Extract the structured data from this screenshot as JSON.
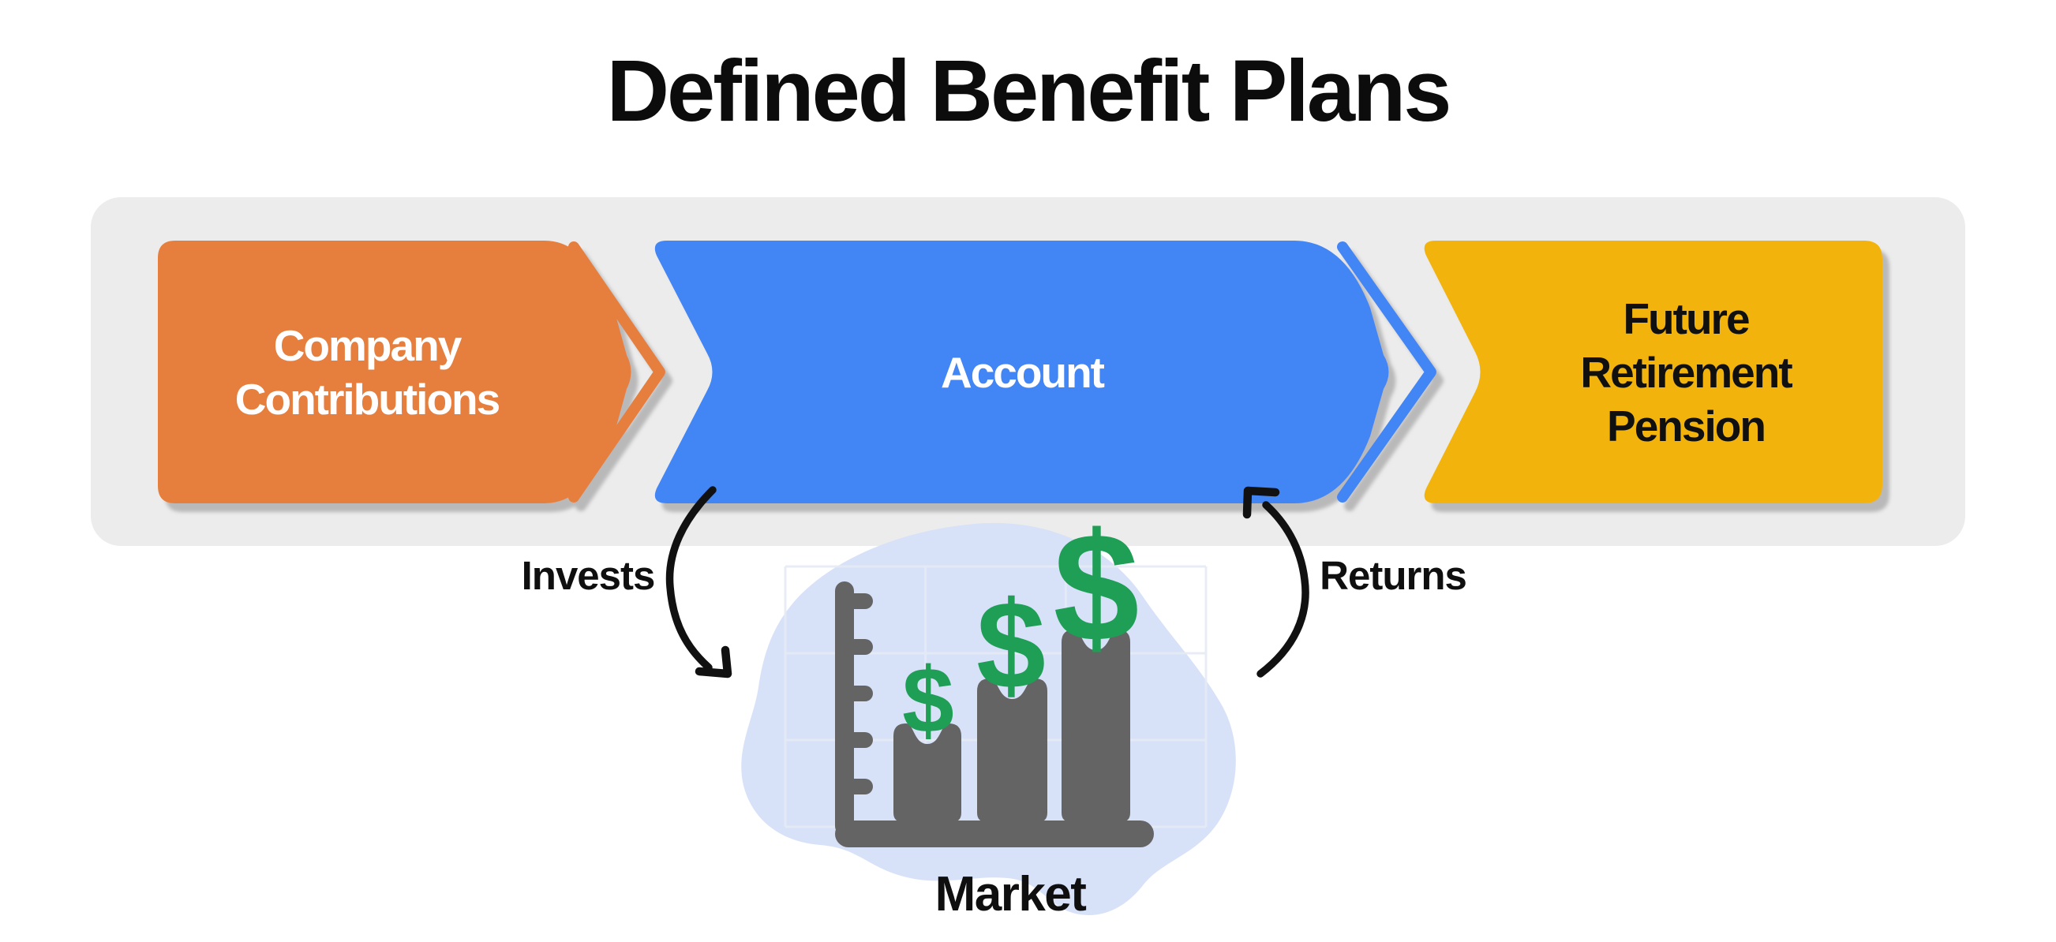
{
  "title": "Defined Benefit Plans",
  "flow": {
    "steps": [
      {
        "name": "company-contributions",
        "lines": [
          "Company",
          "Contributions"
        ],
        "color": "#E67E3D",
        "text_color": "#FFFFFF"
      },
      {
        "name": "account",
        "lines": [
          "Account"
        ],
        "color": "#4285F4",
        "text_color": "#FFFFFF"
      },
      {
        "name": "future-retirement-pension",
        "lines": [
          "Future",
          "Retirement",
          "Pension"
        ],
        "color": "#F2B30A",
        "text_color": "#101010"
      }
    ],
    "separators": [
      "chevron-orange",
      "chevron-blue"
    ]
  },
  "cycle": {
    "invests_label": "Invests",
    "returns_label": "Returns",
    "market_label": "Market",
    "dollar_sign": "$",
    "icons": [
      "bar-chart-icon",
      "dollar-sign-icon",
      "curved-arrow-icon"
    ]
  },
  "colors": {
    "orange": "#E67E3D",
    "blue": "#4285F4",
    "yellow": "#F2B30A",
    "green": "#1F9E55",
    "bar_gray": "#646464",
    "band_gray": "#ECECEC",
    "blob_blue": "#D7E1F8",
    "grid_line": "#E6EBF5",
    "shadow_gray": "#B3B3B3",
    "ink_black": "#111111"
  }
}
